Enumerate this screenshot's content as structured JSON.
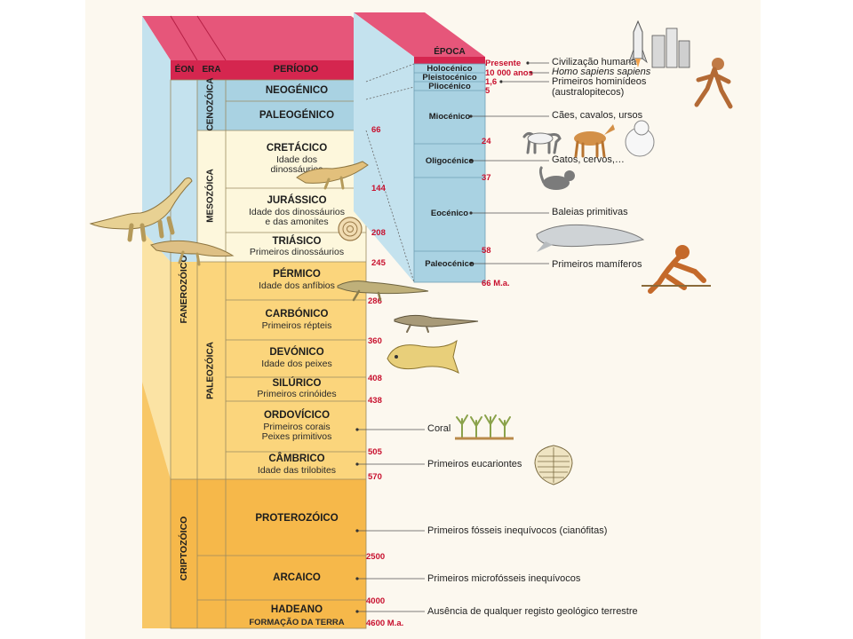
{
  "headers": {
    "eon": "ÉON",
    "era": "ERA",
    "period": "PERÍODO",
    "epoch": "ÉPOCA"
  },
  "eons": [
    {
      "name": "FANEROZÓICO"
    },
    {
      "name": "CRIPTOZÓICO"
    }
  ],
  "eras": [
    {
      "name": "CENOZÓICA"
    },
    {
      "name": "MESOZÓICA"
    },
    {
      "name": "PALEOZÓICA"
    }
  ],
  "periods": [
    {
      "name": "NEOGÉNICO",
      "sub": [
        "",
        ""
      ]
    },
    {
      "name": "PALEOGÉNICO",
      "sub": [
        "",
        ""
      ]
    },
    {
      "name": "CRETÁCICO",
      "sub": [
        "Idade dos",
        "dinossáurios"
      ]
    },
    {
      "name": "JURÁSSICO",
      "sub": [
        "Idade dos dinossáurios",
        "e das amonites"
      ]
    },
    {
      "name": "TRIÁSICO",
      "sub": [
        "Primeiros dinossáurios",
        ""
      ]
    },
    {
      "name": "PÉRMICO",
      "sub": [
        "Idade dos anfíbios",
        ""
      ]
    },
    {
      "name": "CARBÓNICO",
      "sub": [
        "Primeiros répteis",
        ""
      ]
    },
    {
      "name": "DEVÓNICO",
      "sub": [
        "Idade dos peixes",
        ""
      ]
    },
    {
      "name": "SILÚRICO",
      "sub": [
        "Primeiros crinóides",
        ""
      ]
    },
    {
      "name": "ORDOVÍCICO",
      "sub": [
        "Primeiros corais",
        "Peixes primitivos"
      ]
    },
    {
      "name": "CÂMBRICO",
      "sub": [
        "Idade das trilobites",
        ""
      ]
    },
    {
      "name": "PROTEROZÓICO",
      "sub": [
        "",
        ""
      ]
    },
    {
      "name": "ARCAICO",
      "sub": [
        "",
        ""
      ]
    },
    {
      "name": "HADEANO",
      "sub": [
        "",
        ""
      ]
    }
  ],
  "ages": [
    "66",
    "144",
    "208",
    "245",
    "286",
    "360",
    "408",
    "438",
    "505",
    "570",
    "2500",
    "4000",
    "4600 M.a."
  ],
  "earth_formation": "FORMAÇÃO DA TERRA",
  "epochs": [
    {
      "name": "Holocénico"
    },
    {
      "name": "Pleistocénico"
    },
    {
      "name": "Pliocénico"
    },
    {
      "name": "Miocénico"
    },
    {
      "name": "Oligocénico"
    },
    {
      "name": "Eocénico"
    },
    {
      "name": "Paleocénico"
    }
  ],
  "epoch_ages": [
    "Presente",
    "10 000 anos",
    "1,6",
    "5",
    "24",
    "37",
    "58",
    "66 M.a."
  ],
  "events": [
    "Civilização humana",
    "Homo sapiens sapiens",
    "Primeiros hominídeos",
    "(australopitecos)",
    "Cães, cavalos, ursos",
    "Gatos, cervos,…",
    "Baleias primitivas",
    "Primeiros mamíferos",
    "Coral",
    "Primeiros eucariontes",
    "Primeiros fósseis inequívocos (cianófitas)",
    "Primeiros microfósseis inequívocos",
    "Ausência de qualquer registo geológico terrestre"
  ],
  "colors": {
    "header_red": "#d5264f",
    "header_top": "#e6567a",
    "cenozoic_blue": "#a9d2e2",
    "blue_side": "#c4e2ee",
    "mesozoic_cream": "#fdf7dc",
    "paleozoic_yellow": "#fbd57c",
    "crypto_orange": "#f6b84a",
    "age_red": "#c8102e"
  },
  "icons": [
    "rocket-icon",
    "buildings-icon",
    "caveman-icon",
    "dog-icon",
    "horse-icon",
    "bear-icon",
    "cat-icon",
    "whale-icon",
    "primate-icon",
    "coral-icon",
    "trilobite-icon",
    "sauropod-icon",
    "dinosaur-icon",
    "ammonite-icon",
    "amphibian-icon",
    "reptile-icon",
    "fish-icon"
  ]
}
